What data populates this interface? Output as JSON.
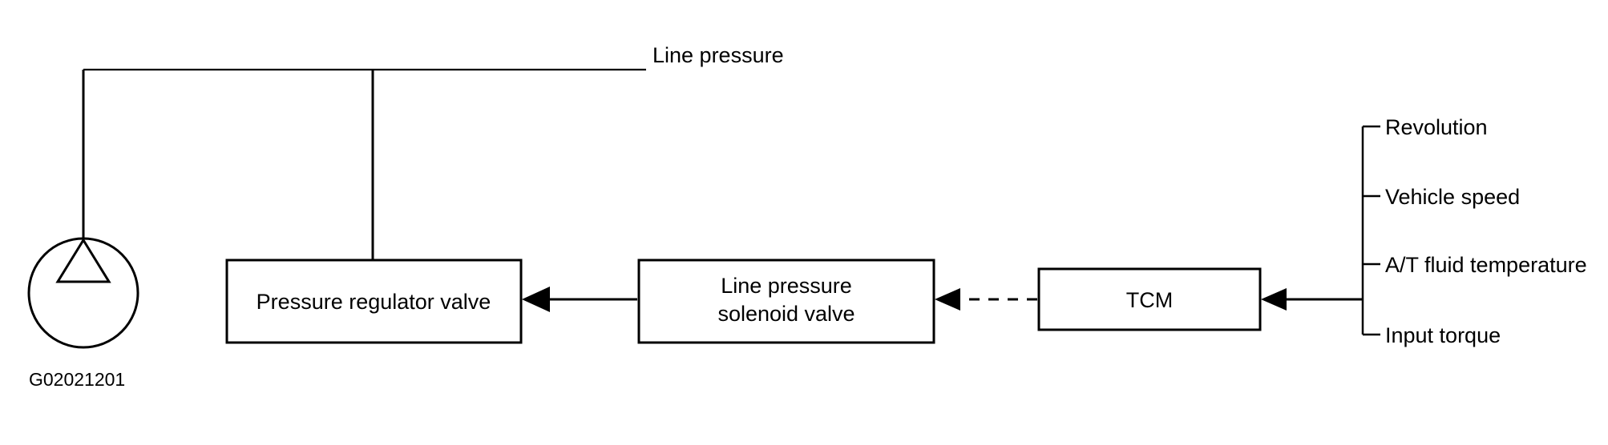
{
  "diagram": {
    "figure_id": "G02021201",
    "title_label": "Line pressure",
    "boxes": [
      {
        "id": "pressure-regulator-valve",
        "label": "Pressure regulator valve",
        "lines": [
          "Pressure regulator valve"
        ]
      },
      {
        "id": "line-pressure-solenoid-valve",
        "label": "Line pressure solenoid valve",
        "lines": [
          "Line pressure",
          "solenoid valve"
        ]
      },
      {
        "id": "tcm",
        "label": "TCM",
        "lines": [
          "TCM"
        ]
      }
    ],
    "inputs": [
      {
        "id": "revolution",
        "label": "Revolution"
      },
      {
        "id": "vehicle-speed",
        "label": "Vehicle speed"
      },
      {
        "id": "at-fluid-temperature",
        "label": "A/T fluid temperature"
      },
      {
        "id": "input-torque",
        "label": "Input torque"
      }
    ],
    "connectors": [
      {
        "id": "solenoid-to-regulator",
        "style": "solid",
        "direction": "left"
      },
      {
        "id": "tcm-to-solenoid",
        "style": "dashed",
        "direction": "left"
      },
      {
        "id": "inputs-to-tcm",
        "style": "solid",
        "direction": "left"
      }
    ],
    "symbols": [
      {
        "id": "oil-strainer",
        "type": "circle-with-triangle"
      }
    ],
    "colors": {
      "stroke": "#000000",
      "background": "#ffffff",
      "text": "#000000"
    }
  }
}
